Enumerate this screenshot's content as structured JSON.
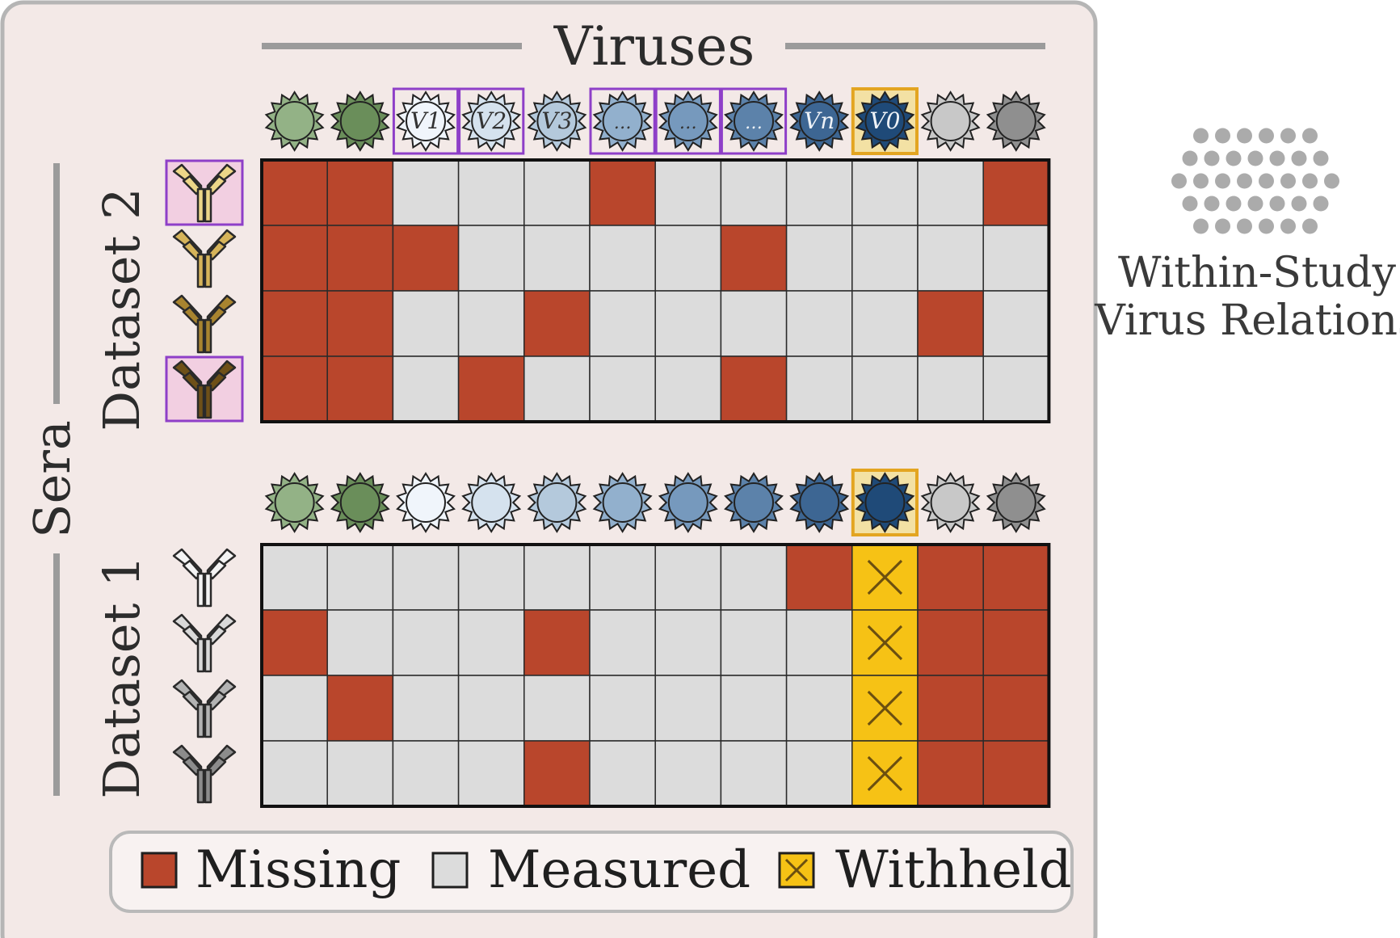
{
  "header": {
    "title": "Viruses"
  },
  "axis": {
    "rows_label": "Sera"
  },
  "colors": {
    "panel_bg": "#f3e9e7",
    "panel_border": "#b5b5b5",
    "missing": "#b9462c",
    "measured": "#dcdcdc",
    "withheld": "#f6c215",
    "highlight_purple": "#8e3fc8",
    "highlight_gold": "#e3a521",
    "antibody_pink_bg": "#f2cfe1",
    "withheld_bg": "#f3e1a4"
  },
  "virus_colors": [
    "#93b286",
    "#6a8e5a",
    "#f0f5fb",
    "#d5e2ee",
    "#b4c9dc",
    "#92b0cd",
    "#7699bd",
    "#5c82aa",
    "#3d6693",
    "#1f4a78",
    "#c8c8c8",
    "#8f8f8f"
  ],
  "datasets": [
    {
      "name": "Dataset 2",
      "virus_labels": [
        "",
        "",
        "V1",
        "V2",
        "V3",
        "…",
        "…",
        "…",
        "Vn",
        "V0",
        "",
        ""
      ],
      "boxed_viruses": [
        2,
        3,
        5,
        6,
        7
      ],
      "gold_virus": 9,
      "antibody_colors": [
        "#ecd688",
        "#d6b45a",
        "#a8842f",
        "#6e5018"
      ],
      "boxed_antibodies": [
        0,
        3
      ],
      "grid": [
        [
          "M",
          "M",
          "S",
          "S",
          "S",
          "M",
          "S",
          "S",
          "S",
          "S",
          "S",
          "M"
        ],
        [
          "M",
          "M",
          "M",
          "S",
          "S",
          "S",
          "S",
          "M",
          "S",
          "S",
          "S",
          "S"
        ],
        [
          "M",
          "M",
          "S",
          "S",
          "M",
          "S",
          "S",
          "S",
          "S",
          "S",
          "M",
          "S"
        ],
        [
          "M",
          "M",
          "S",
          "M",
          "S",
          "S",
          "S",
          "M",
          "S",
          "S",
          "S",
          "S"
        ]
      ]
    },
    {
      "name": "Dataset 1",
      "virus_labels": [
        "",
        "",
        "",
        "",
        "",
        "",
        "",
        "",
        "",
        "",
        "",
        ""
      ],
      "boxed_viruses": [],
      "gold_virus": 9,
      "antibody_colors": [
        "#f4f4f4",
        "#d9d9d9",
        "#b3b3b3",
        "#8c8c8c"
      ],
      "boxed_antibodies": [],
      "grid": [
        [
          "S",
          "S",
          "S",
          "S",
          "S",
          "S",
          "S",
          "S",
          "M",
          "W",
          "M",
          "M"
        ],
        [
          "M",
          "S",
          "S",
          "S",
          "M",
          "S",
          "S",
          "S",
          "S",
          "W",
          "M",
          "M"
        ],
        [
          "S",
          "M",
          "S",
          "S",
          "S",
          "S",
          "S",
          "S",
          "S",
          "W",
          "M",
          "M"
        ],
        [
          "S",
          "S",
          "S",
          "S",
          "M",
          "S",
          "S",
          "S",
          "S",
          "W",
          "M",
          "M"
        ]
      ]
    }
  ],
  "legend": [
    {
      "key": "M",
      "label": "Missing"
    },
    {
      "key": "S",
      "label": "Measured"
    },
    {
      "key": "W",
      "label": "Withheld"
    }
  ],
  "side_panel": {
    "icon": "dot-cluster-icon",
    "dot_color": "#ababab",
    "title_line1": "Within-Study",
    "title_line2": "Virus Relations"
  }
}
